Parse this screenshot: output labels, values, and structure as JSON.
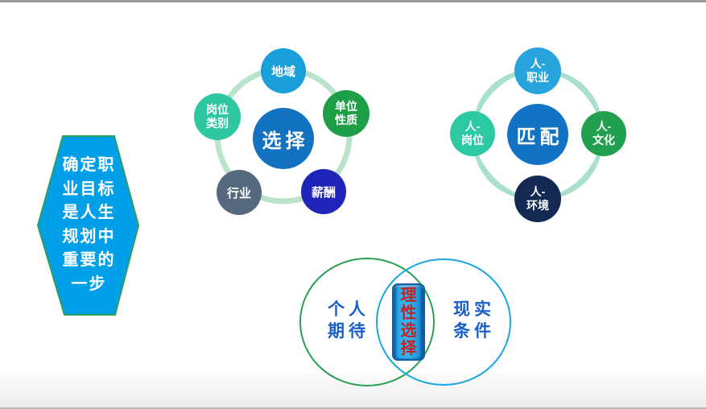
{
  "background": {
    "top_bar_color": "#9b9b9b",
    "bottom_line_color": "#b6b6b6",
    "canvas_color": "#ffffff"
  },
  "hexagon": {
    "full_text": "确定职业目标是人生规划中重要的一步",
    "lines": [
      "确定职",
      "业目标",
      "是人生",
      "规划中",
      "重要的",
      "一步"
    ],
    "fill": "#00a0e9",
    "border": "#2f9e5a",
    "text_color": "#ffffff"
  },
  "choice_diagram": {
    "ring_color": "#b9e4cb",
    "center": {
      "label": "选择",
      "color": "#1372c0"
    },
    "satellites": {
      "region": {
        "label": "地域",
        "color": "#199fd9"
      },
      "unit_nature": {
        "line1": "单位",
        "line2": "性质",
        "color": "#1f9e48"
      },
      "salary": {
        "label": "薪酬",
        "color": "#2025ba"
      },
      "industry": {
        "label": "行业",
        "color": "#57697f"
      },
      "post_type": {
        "line1": "岗位",
        "line2": "类别",
        "color": "#2fc7a2"
      }
    }
  },
  "match_diagram": {
    "ring_color": "#a9dfcd",
    "center": {
      "label": "匹配",
      "color": "#1273c4"
    },
    "satellites": {
      "person_career": {
        "line1": "人-",
        "line2": "职业",
        "color": "#27a4dc"
      },
      "person_culture": {
        "line1": "人-",
        "line2": "文化",
        "color": "#21a050"
      },
      "person_environment": {
        "line1": "人-",
        "line2": "环境",
        "color": "#142a52"
      },
      "person_post": {
        "line1": "人-",
        "line2": "岗位",
        "color": "#2dc8a4"
      }
    }
  },
  "venn": {
    "left_circle": {
      "line1": "个人",
      "line2": "期待",
      "stroke": "#2a9e55"
    },
    "right_circle": {
      "line1": "现实",
      "line2": "条件",
      "stroke": "#19a5e2"
    },
    "label_color": "#1a5fc8",
    "center_box": {
      "chars": [
        "理",
        "性",
        "选",
        "择"
      ],
      "fill": "#16a3e9",
      "border": "#0b5ea8",
      "text_color": "#c32222"
    }
  }
}
